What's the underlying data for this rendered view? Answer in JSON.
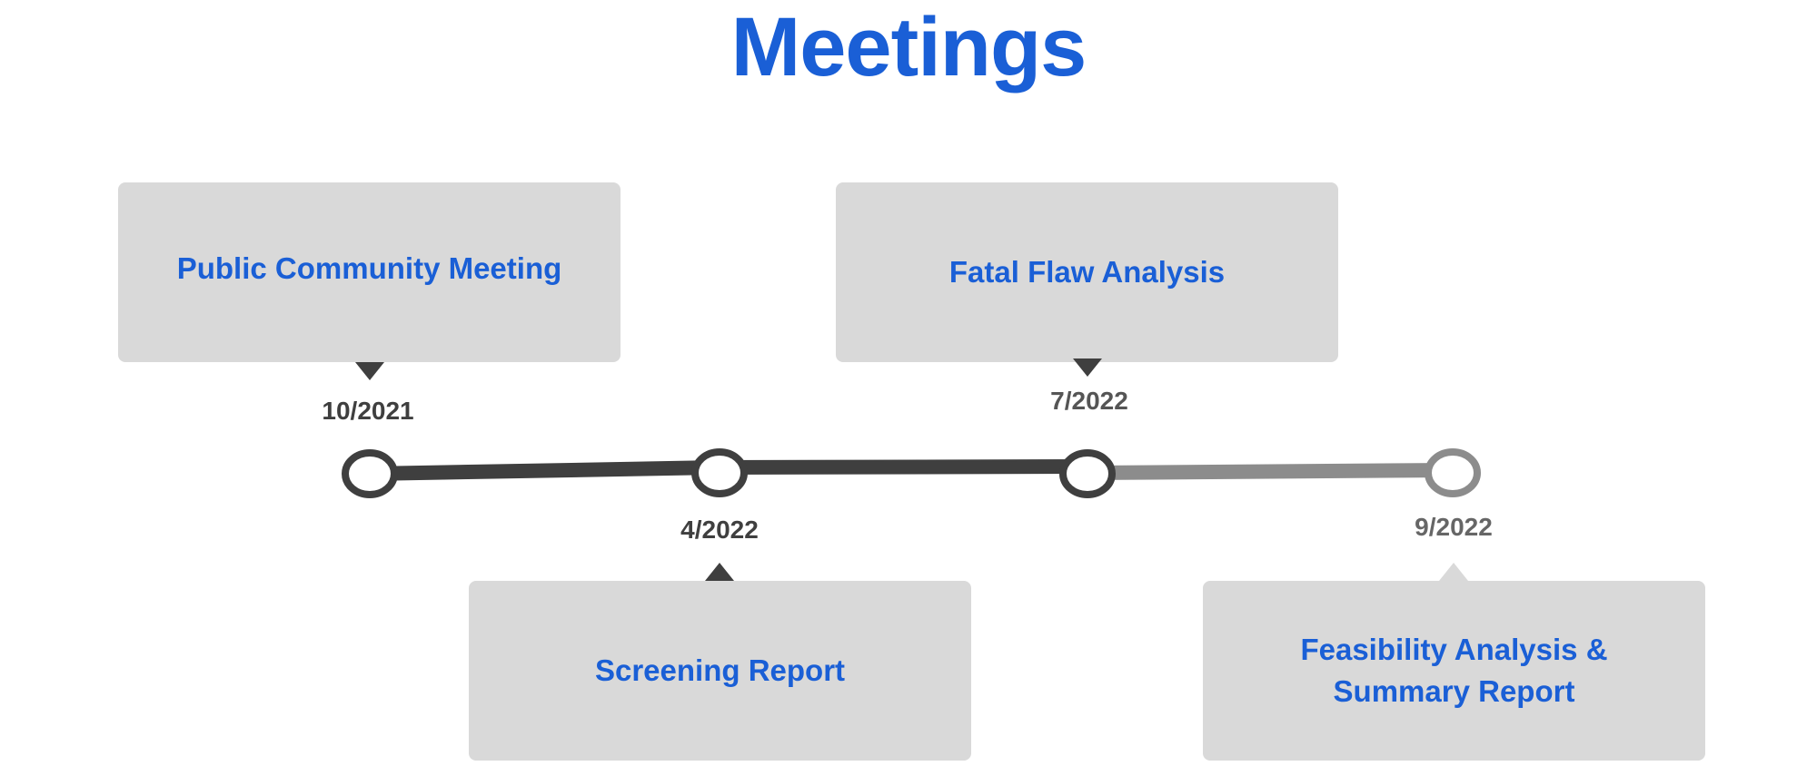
{
  "title": "Meetings",
  "milestones": [
    {
      "label": "Public Community Meeting",
      "date": "10/2021",
      "position": "above",
      "status": "complete"
    },
    {
      "label": "Screening Report",
      "date": "4/2022",
      "position": "below",
      "status": "complete"
    },
    {
      "label": "Fatal Flaw Analysis",
      "date": "7/2022",
      "position": "above",
      "status": "complete"
    },
    {
      "label": "Feasibility Analysis & Summary Report",
      "date": "9/2022",
      "position": "below",
      "status": "upcoming"
    }
  ],
  "colors": {
    "title": "#1a5fd6",
    "card_background": "#d9d9d9",
    "card_text": "#1a5fd6",
    "line_complete": "#3f3f3f",
    "line_upcoming": "#8c8c8c",
    "date_complete": "#3f3f3f",
    "date_upcoming": "#666666"
  }
}
